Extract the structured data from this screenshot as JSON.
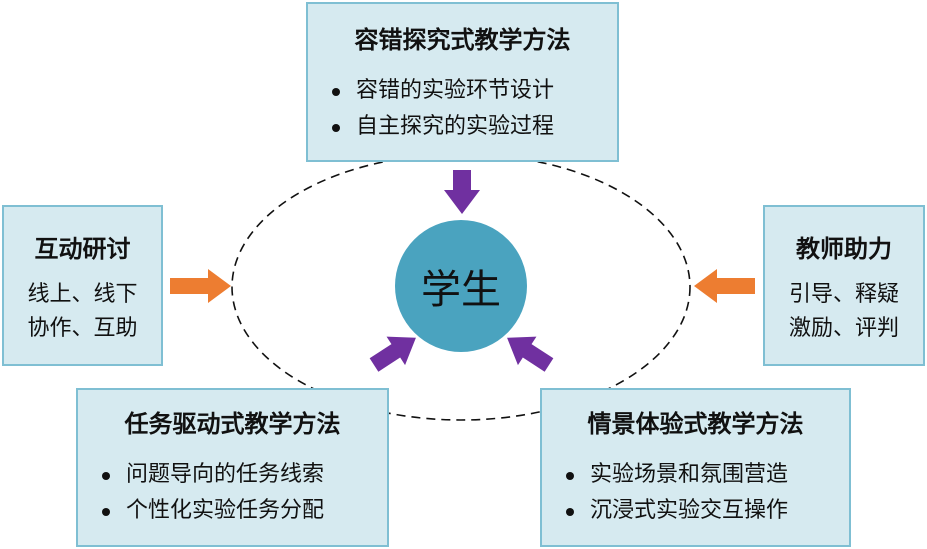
{
  "center": {
    "label": "学生"
  },
  "top": {
    "title": "容错探究式教学方法",
    "items": [
      "容错的实验环节设计",
      "自主探究的实验过程"
    ]
  },
  "left": {
    "title": "互动研讨",
    "lines": [
      "线上、线下",
      "协作、互助"
    ]
  },
  "right": {
    "title": "教师助力",
    "lines": [
      "引导、释疑",
      "激励、评判"
    ]
  },
  "bottom_left": {
    "title": "任务驱动式教学方法",
    "items": [
      "问题导向的任务线索",
      "个性化实验任务分配"
    ]
  },
  "bottom_right": {
    "title": "情景体验式教学方法",
    "items": [
      "实验场景和氛围营造",
      "沉浸式实验交互操作"
    ]
  },
  "colors": {
    "box_fill": "#d6eaf0",
    "box_border": "#7fbfd3",
    "center_fill": "#4aa3bf",
    "purple_arrow": "#7030a0",
    "orange_arrow": "#ed7d31"
  }
}
